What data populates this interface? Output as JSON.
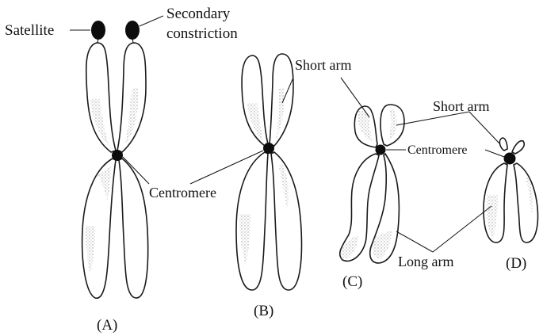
{
  "labels": {
    "satellite": "Satellite",
    "secondary_constriction_1": "Secondary",
    "secondary_constriction_2": "constriction",
    "short_arm_b": "Short arm",
    "short_arm_d": "Short arm",
    "centromere_a": "Centromere",
    "centromere_c": "Centromere",
    "long_arm": "Long arm",
    "caption_a": "(A)",
    "caption_b": "(B)",
    "caption_c": "(C)",
    "caption_d": "(D)"
  },
  "colors": {
    "ink": "#1a1a1a",
    "centromere": "#0d0d0d",
    "stipple": "#9a9a9a"
  }
}
